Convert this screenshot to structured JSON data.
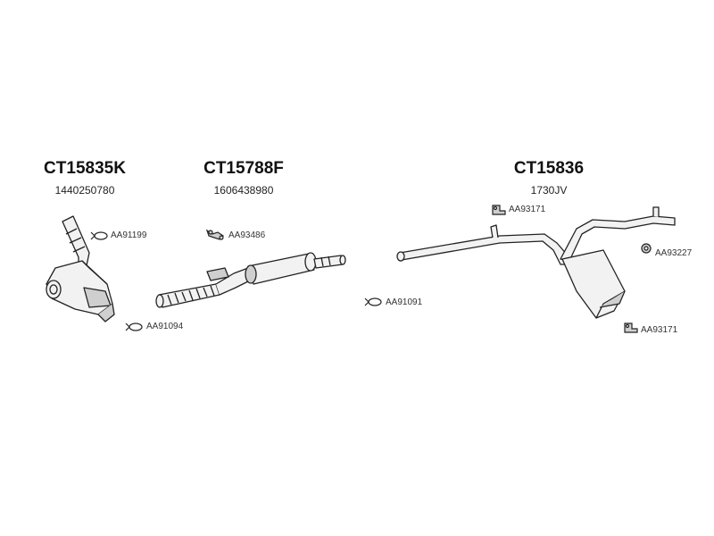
{
  "colors": {
    "stroke": "#222222",
    "fill": "#f2f2f2",
    "shade": "#cfcfcf"
  },
  "assemblies": [
    {
      "code": "CT15835K",
      "oem": "1440250780"
    },
    {
      "code": "CT15788F",
      "oem": "1606438980"
    },
    {
      "code": "CT15836",
      "oem": "1730JV"
    }
  ],
  "accessories": [
    {
      "ref": "AA91199",
      "icon": "clamp-ring-icon"
    },
    {
      "ref": "AA91094",
      "icon": "clamp-ring-icon"
    },
    {
      "ref": "AA93486",
      "icon": "bolt-kit-icon"
    },
    {
      "ref": "AA91091",
      "icon": "clamp-ring-icon"
    },
    {
      "ref": "AA93171",
      "icon": "rubber-hanger-icon"
    },
    {
      "ref": "AA93227",
      "icon": "mounting-rubber-icon"
    },
    {
      "ref": "AA93171",
      "icon": "rubber-hanger-icon"
    }
  ]
}
